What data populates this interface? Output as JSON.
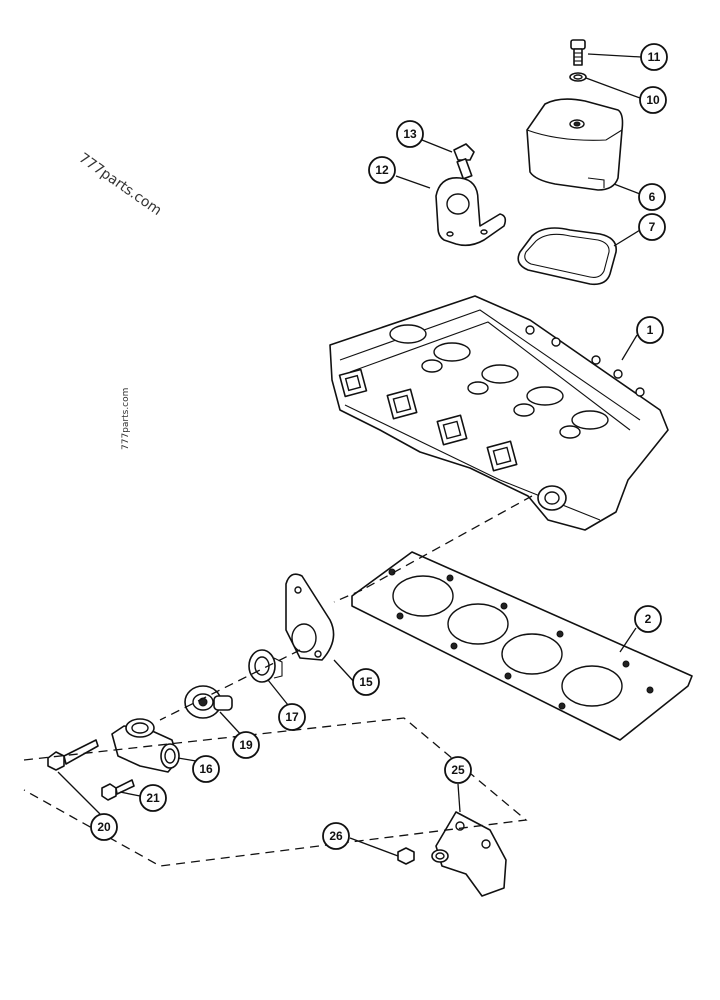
{
  "watermark": {
    "primary": "777parts.com",
    "secondary": "777parts.com"
  },
  "callouts": [
    {
      "id": "c1",
      "label": "1"
    },
    {
      "id": "c2",
      "label": "2"
    },
    {
      "id": "c6",
      "label": "6"
    },
    {
      "id": "c7",
      "label": "7"
    },
    {
      "id": "c10",
      "label": "10"
    },
    {
      "id": "c11",
      "label": "11"
    },
    {
      "id": "c12",
      "label": "12"
    },
    {
      "id": "c13",
      "label": "13"
    },
    {
      "id": "c15",
      "label": "15"
    },
    {
      "id": "c16",
      "label": "16"
    },
    {
      "id": "c17",
      "label": "17"
    },
    {
      "id": "c19",
      "label": "19"
    },
    {
      "id": "c20",
      "label": "20"
    },
    {
      "id": "c21",
      "label": "21"
    },
    {
      "id": "c25",
      "label": "25"
    },
    {
      "id": "c26",
      "label": "26"
    }
  ]
}
